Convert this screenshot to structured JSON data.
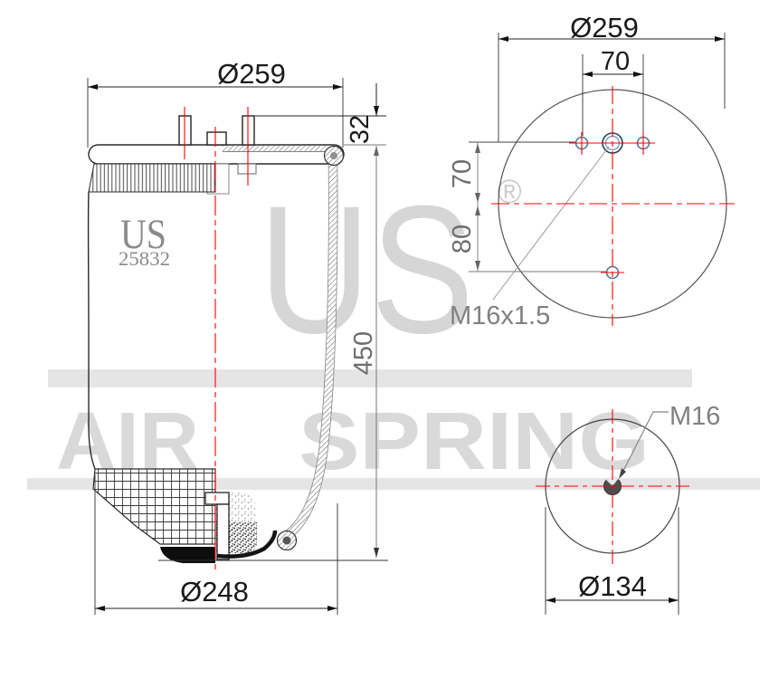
{
  "watermark": {
    "brand": "US",
    "reg": "®",
    "word1": "AIR",
    "word2": "SPRING"
  },
  "side_view": {
    "diameter_top": "Ø259",
    "stud_height": "32",
    "height": "450",
    "diameter_bottom": "Ø248",
    "marking_brand": "US",
    "marking_number": "25832"
  },
  "top_view": {
    "diameter": "Ø259",
    "stud_spacing": "70",
    "center_offset": "70",
    "lower_hole_offset": "80",
    "thread_label": "M16x1.5"
  },
  "bottom_view": {
    "thread_label": "M16",
    "diameter": "Ø134"
  },
  "colors": {
    "centerline_red": "#ff0000",
    "line_dark": "#1a1a1a",
    "line_gray": "#808080",
    "watermark_gray": "#d9d9d9",
    "band_gray": "#e5e5e5"
  }
}
